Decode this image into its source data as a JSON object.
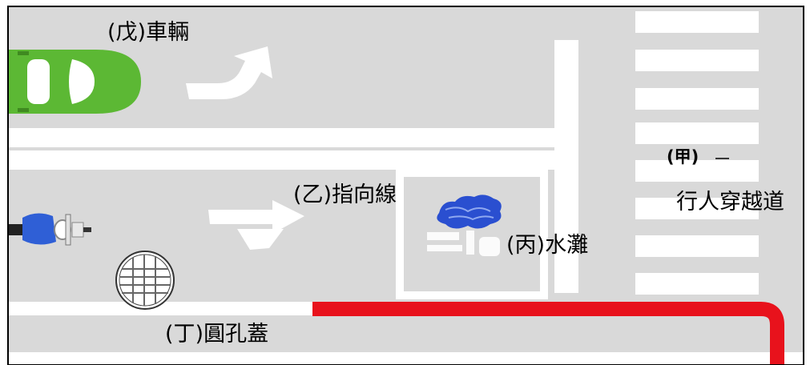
{
  "labels": {
    "pedestrian_tag": "(甲)",
    "pedestrian_crossing": "行人穿越道",
    "direction_line": "(乙)指向線",
    "water_puddle": "(丙)水灘",
    "manhole_cover": "(丁)圓孔蓋",
    "vehicle": "(戊)車輛"
  },
  "colors": {
    "road": "#d9d9d9",
    "marking": "#ffffff",
    "red_curb": "#e8121c",
    "car": "#5cb834",
    "motorcycle": "#2f5fd6",
    "water": "#2a4fd0",
    "border": "#000000"
  }
}
